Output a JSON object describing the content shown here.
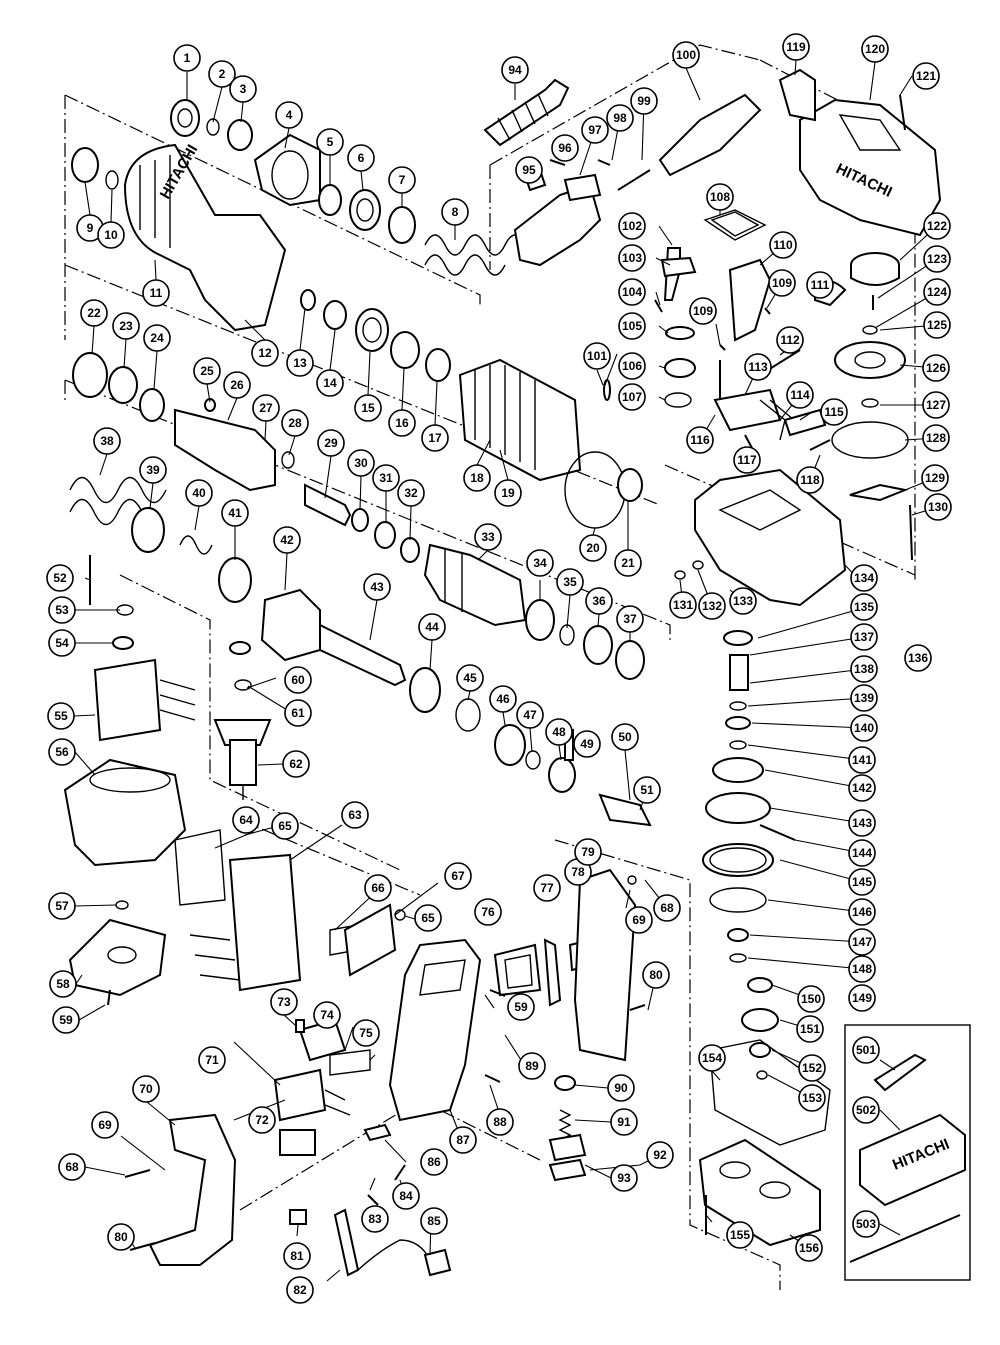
{
  "diagram": {
    "brand_text": "HITACHI",
    "callouts": [
      "1",
      "2",
      "3",
      "4",
      "5",
      "6",
      "7",
      "8",
      "9",
      "10",
      "11",
      "12",
      "13",
      "14",
      "15",
      "16",
      "17",
      "18",
      "19",
      "20",
      "21",
      "22",
      "23",
      "24",
      "25",
      "26",
      "27",
      "28",
      "29",
      "30",
      "31",
      "32",
      "33",
      "34",
      "35",
      "36",
      "37",
      "38",
      "39",
      "40",
      "41",
      "42",
      "43",
      "44",
      "45",
      "46",
      "47",
      "48",
      "49",
      "50",
      "51",
      "52",
      "53",
      "54",
      "55",
      "56",
      "57",
      "58",
      "59",
      "59",
      "60",
      "61",
      "62",
      "63",
      "64",
      "65",
      "65",
      "66",
      "67",
      "68",
      "68",
      "69",
      "69",
      "70",
      "71",
      "72",
      "73",
      "74",
      "75",
      "76",
      "77",
      "78",
      "79",
      "80",
      "80",
      "81",
      "82",
      "83",
      "84",
      "85",
      "86",
      "87",
      "88",
      "89",
      "90",
      "91",
      "92",
      "93",
      "94",
      "95",
      "96",
      "97",
      "98",
      "99",
      "100",
      "101",
      "102",
      "103",
      "104",
      "105",
      "106",
      "107",
      "108",
      "109",
      "109",
      "110",
      "111",
      "112",
      "113",
      "114",
      "115",
      "116",
      "117",
      "118",
      "119",
      "120",
      "121",
      "122",
      "123",
      "124",
      "125",
      "126",
      "127",
      "128",
      "129",
      "130",
      "131",
      "132",
      "133",
      "134",
      "135",
      "136",
      "137",
      "138",
      "139",
      "140",
      "141",
      "142",
      "143",
      "144",
      "145",
      "146",
      "147",
      "148",
      "149",
      "150",
      "151",
      "152",
      "153",
      "154",
      "155",
      "156",
      "501",
      "502",
      "503"
    ]
  }
}
